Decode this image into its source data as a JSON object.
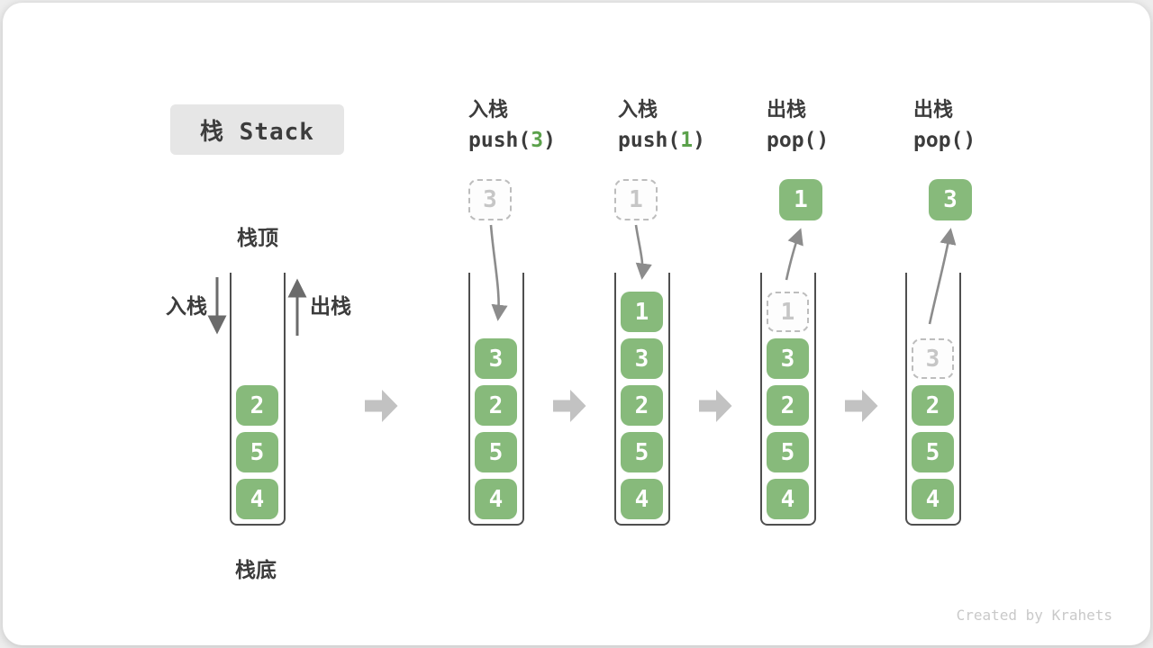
{
  "title": "栈 Stack",
  "watermark": "Created by Krahets",
  "labels": {
    "stack_top": "栈顶",
    "stack_bottom": "栈底",
    "push_side": "入栈",
    "pop_side": "出栈"
  },
  "operations": [
    {
      "label": "入栈",
      "code_pre": "push(",
      "code_arg": "3",
      "code_post": ")"
    },
    {
      "label": "入栈",
      "code_pre": "push(",
      "code_arg": "1",
      "code_post": ")"
    },
    {
      "label": "出栈",
      "code_pre": "pop(",
      "code_arg": "",
      "code_post": ")"
    },
    {
      "label": "出栈",
      "code_pre": "pop(",
      "code_arg": "",
      "code_post": ")"
    }
  ],
  "stacks": [
    {
      "blocks": [
        "2",
        "5",
        "4"
      ]
    },
    {
      "floating": "3",
      "blocks": [
        "3",
        "2",
        "5",
        "4"
      ]
    },
    {
      "floating": "1",
      "blocks": [
        "1",
        "3",
        "2",
        "5",
        "4"
      ]
    },
    {
      "floating": "1",
      "ghost": "1",
      "blocks": [
        "3",
        "2",
        "5",
        "4"
      ]
    },
    {
      "floating": "3",
      "ghost": "3",
      "blocks": [
        "2",
        "5",
        "4"
      ]
    }
  ],
  "colors": {
    "accent_green": "#87ba7b",
    "code_arg_green": "#5ba14b",
    "text_dark": "#3c3c3c",
    "ghost_gray": "#c6c6c6",
    "arrow_gray": "#8c8c8c",
    "flow_arrow_gray": "#c2c2c2",
    "title_bg": "#e6e6e6"
  }
}
